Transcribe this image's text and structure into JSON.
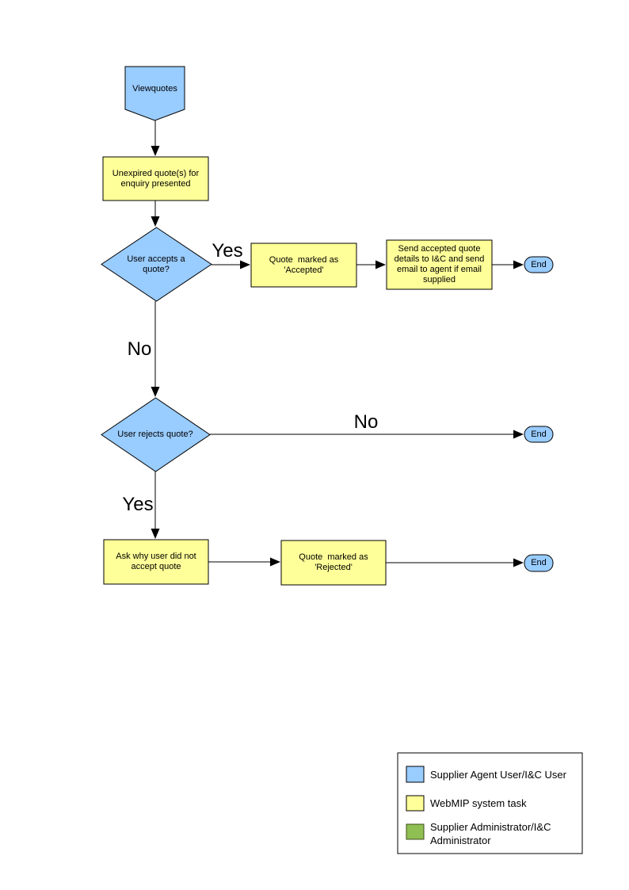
{
  "flowchart": {
    "nodes": {
      "start": {
        "label": "Viewquotes",
        "type": "user"
      },
      "unexpired": {
        "label": "Unexpired quote(s) for enquiry presented",
        "type": "system"
      },
      "accept_decision": {
        "label": "User accepts a quote?",
        "type": "user"
      },
      "mark_accepted": {
        "label": "Quote  marked as 'Accepted'",
        "type": "system"
      },
      "send_details": {
        "label": "Send accepted quote details to I&C and send email to agent if email supplied",
        "type": "system"
      },
      "end_accept": {
        "label": "End",
        "type": "user"
      },
      "reject_decision": {
        "label": "User rejects quote?",
        "type": "user"
      },
      "end_no_reject": {
        "label": "End",
        "type": "user"
      },
      "ask_why": {
        "label": "Ask why user did not accept quote",
        "type": "system"
      },
      "mark_rejected": {
        "label": "Quote  marked as 'Rejected'",
        "type": "system"
      },
      "end_reject": {
        "label": "End",
        "type": "user"
      }
    },
    "edge_labels": {
      "accept_yes": "Yes",
      "accept_no": "No",
      "reject_no": "No",
      "reject_yes": "Yes"
    }
  },
  "legend": {
    "items": [
      {
        "label": "Supplier Agent User/I&C User",
        "color": "#99CCFF"
      },
      {
        "label": "WebMIP system task",
        "color": "#FFFF99"
      },
      {
        "label": "Supplier Administrator/I&C Administrator",
        "color": "#8FBE52"
      }
    ]
  },
  "colors": {
    "user_fill": "#99CCFF",
    "system_fill": "#FFFF99",
    "admin_fill": "#8FBE52",
    "outline": "#000000",
    "background": "#FFFFFF"
  }
}
